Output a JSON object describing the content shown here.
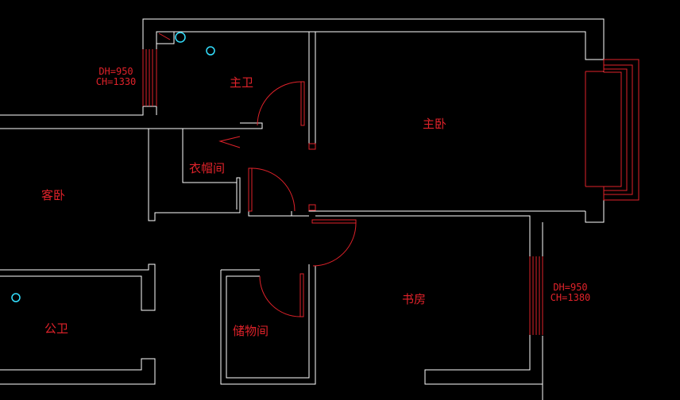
{
  "rooms": {
    "master_bath": "主卫",
    "master_bedroom": "主卧",
    "cloakroom": "衣帽间",
    "guest_bedroom": "客卧",
    "public_bath": "公卫",
    "storage": "储物间",
    "study": "书房"
  },
  "windows": {
    "left": {
      "dh": "DH=950",
      "ch": "CH=1330"
    },
    "right": {
      "dh": "DH=950",
      "ch": "CH=1380"
    }
  },
  "colors": {
    "background": "#000000",
    "wall": "#ffffff",
    "annotation": "#e0222a",
    "fixture": "#33e0ff"
  }
}
